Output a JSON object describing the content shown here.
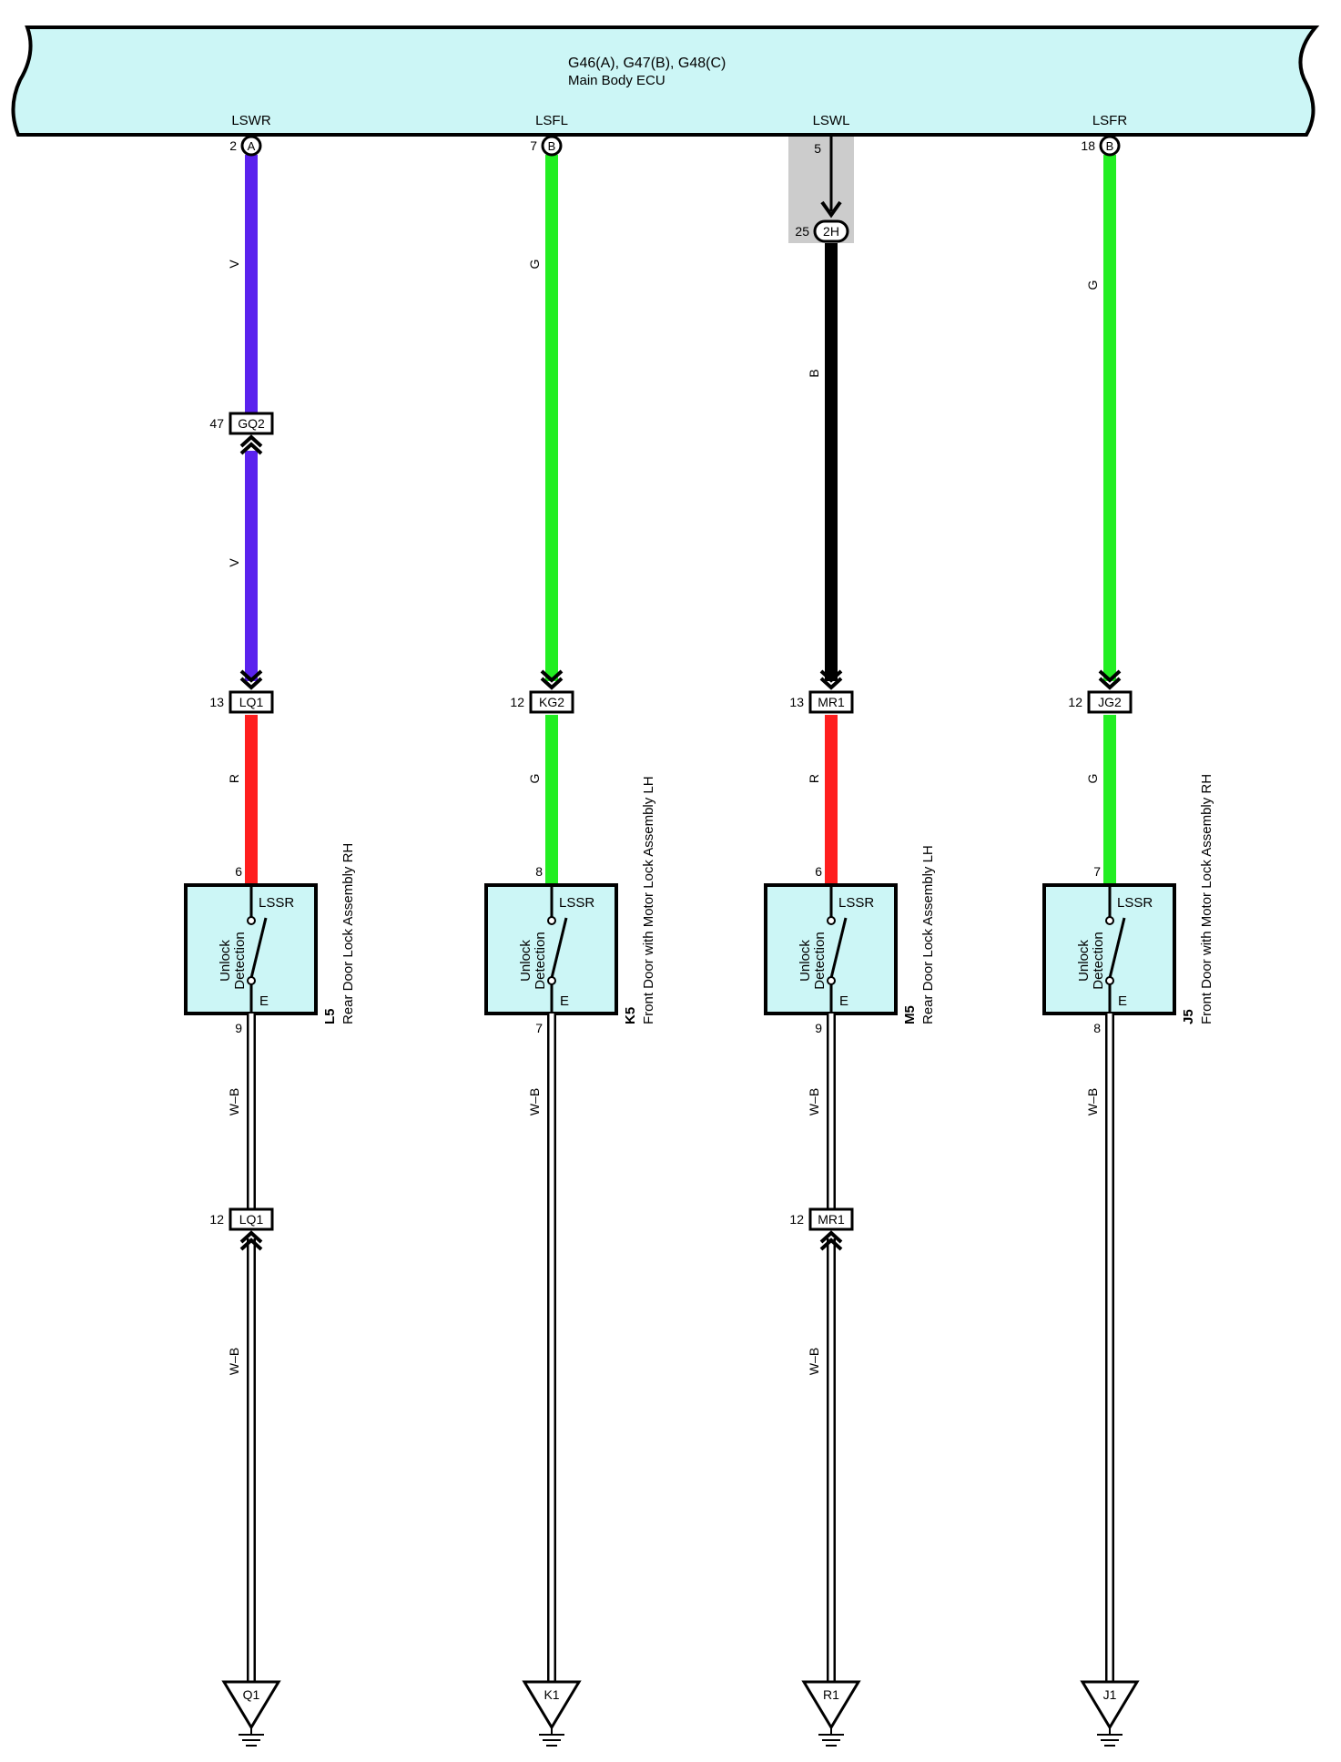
{
  "ecu": {
    "connectors": "G46(A), G47(B), G48(C)",
    "name": "Main Body ECU"
  },
  "colors": {
    "ecu_fill": "#ccf6f6",
    "V": "#5a22ee",
    "G": "#22ee22",
    "B": "#000000",
    "R": "#ff1e1e",
    "WB_outer": "#000000",
    "WB_inner": "#ffffff",
    "shade": "#cccccc"
  },
  "circuits": [
    {
      "terminal": "LSWR",
      "pin": "2",
      "connector": "A",
      "wire_top": "V",
      "mid_connector": {
        "name": "GQ2",
        "pin": "47"
      },
      "wire_top2": "V",
      "inline": {
        "name": "LQ1",
        "pin": "13"
      },
      "wire_mid": "R",
      "switch": {
        "pin_in": "6",
        "pin_out": "9",
        "term_top": "LSSR",
        "term_bot": "E",
        "func1": "Unlock",
        "func2": "Detection",
        "code": "L5",
        "name": "Rear Door Lock Assembly RH"
      },
      "wire_bottom": "W–B",
      "ground_conn": {
        "name": "LQ1",
        "pin": "12"
      },
      "wire_bottom2": "W–B",
      "ground": "Q1"
    },
    {
      "terminal": "LSFL",
      "pin": "7",
      "connector": "B",
      "wire_top": "G",
      "inline": {
        "name": "KG2",
        "pin": "12"
      },
      "wire_mid": "G",
      "switch": {
        "pin_in": "8",
        "pin_out": "7",
        "term_top": "LSSR",
        "term_bot": "E",
        "func1": "Unlock",
        "func2": "Detection",
        "code": "K5",
        "name": "Front Door with Motor Lock Assembly LH"
      },
      "wire_bottom": "W–B",
      "ground": "K1"
    },
    {
      "terminal": "LSWL",
      "pin": "5",
      "junction": {
        "name": "2H",
        "pin": "25"
      },
      "wire_top": "B",
      "inline": {
        "name": "MR1",
        "pin": "13"
      },
      "wire_mid": "R",
      "switch": {
        "pin_in": "6",
        "pin_out": "9",
        "term_top": "LSSR",
        "term_bot": "E",
        "func1": "Unlock",
        "func2": "Detection",
        "code": "M5",
        "name": "Rear Door Lock Assembly LH"
      },
      "wire_bottom": "W–B",
      "ground_conn": {
        "name": "MR1",
        "pin": "12"
      },
      "wire_bottom2": "W–B",
      "ground": "R1"
    },
    {
      "terminal": "LSFR",
      "pin": "18",
      "connector": "B",
      "wire_top": "G",
      "inline": {
        "name": "JG2",
        "pin": "12"
      },
      "wire_mid": "G",
      "switch": {
        "pin_in": "7",
        "pin_out": "8",
        "term_top": "LSSR",
        "term_bot": "E",
        "func1": "Unlock",
        "func2": "Detection",
        "code": "J5",
        "name": "Front Door with Motor Lock Assembly RH"
      },
      "wire_bottom": "W–B",
      "ground": "J1"
    }
  ]
}
